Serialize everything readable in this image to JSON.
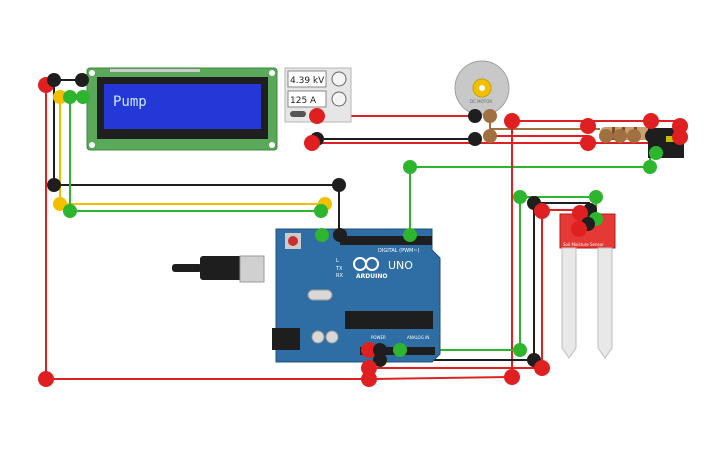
{
  "lcd": {
    "text": "Pump"
  },
  "power_supply": {
    "voltage": "4.39 kV",
    "current": "125 A"
  },
  "motor": {
    "label": "DC MOTOR"
  },
  "arduino": {
    "brand": "ARDUINO",
    "model": "UNO",
    "digital_label": "DIGITAL (PWM~)",
    "power_label": "POWER",
    "analog_label": "ANALOG IN",
    "tx_label": "TX",
    "rx_label": "RX",
    "l_label": "L"
  },
  "sensor": {
    "label": "Soil Moisture Sensor"
  },
  "colors": {
    "red": "#e02020",
    "black": "#1e1e1e",
    "green": "#2db52d",
    "yellow": "#f0c000",
    "brown": "#a07040",
    "board_blue": "#2f6ea5",
    "lcd_green": "#5aa85a",
    "lcd_screen": "#2438d8",
    "sensor_red": "#e53935"
  }
}
